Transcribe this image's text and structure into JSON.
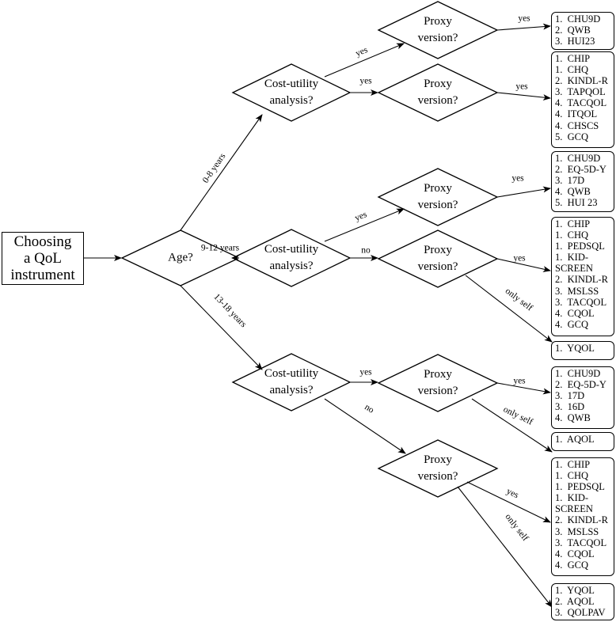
{
  "start_label": "Choosing\na QoL\ninstrument",
  "age_label": "Age?",
  "edge_labels": {
    "age_0_8": "0-8 years",
    "age_9_12": "9-12 years",
    "age_13_18": "13-18 years",
    "yes": "yes",
    "no": "no",
    "only_self": "only self"
  },
  "decisions": {
    "cost_utility": "Cost-utility\nanalysis?",
    "proxy": "Proxy\nversion?"
  },
  "results": [
    {
      "id": "r1",
      "items": [
        "1.  CHU9D",
        "2.  QWB",
        "3.  HUI23"
      ]
    },
    {
      "id": "r2",
      "items": [
        "1.  CHIP",
        "1.  CHQ",
        "2.  KINDL-R",
        "3.  TAPQOL",
        "4.  TACQOL",
        "4.  ITQOL",
        "4.  CHSCS",
        "5.  GCQ"
      ]
    },
    {
      "id": "r3",
      "items": [
        "1.  CHU9D",
        "2.  EQ-5D-Y",
        "3.  17D",
        "4.  QWB",
        "5.  HUI 23"
      ]
    },
    {
      "id": "r4",
      "items": [
        "1.  CHIP",
        "1.  CHQ",
        "1.  PEDSQL",
        "1.  KID-\nSCREEN",
        "2.  KINDL-R",
        "3.  MSLSS",
        "3.  TACQOL",
        "4.  CQOL",
        "4.  GCQ"
      ]
    },
    {
      "id": "r5",
      "items": [
        "1.  YQOL"
      ]
    },
    {
      "id": "r6",
      "items": [
        "1.  CHU9D",
        "2.  EQ-5D-Y",
        "3.  17D",
        "3.  16D",
        "4.  QWB"
      ]
    },
    {
      "id": "r7",
      "items": [
        "1.  AQOL"
      ]
    },
    {
      "id": "r8",
      "items": [
        "1.  CHIP",
        "1.  CHQ",
        "1.  PEDSQL",
        "1.  KID-\nSCREEN",
        "2.  KINDL-R",
        "3.  MSLSS",
        "3.  TACQOL",
        "4.  CQOL",
        "4.  GCQ"
      ]
    },
    {
      "id": "r9",
      "items": [
        "1.  YQOL",
        "2.  AQOL",
        "3.  QOLPAV"
      ]
    }
  ]
}
